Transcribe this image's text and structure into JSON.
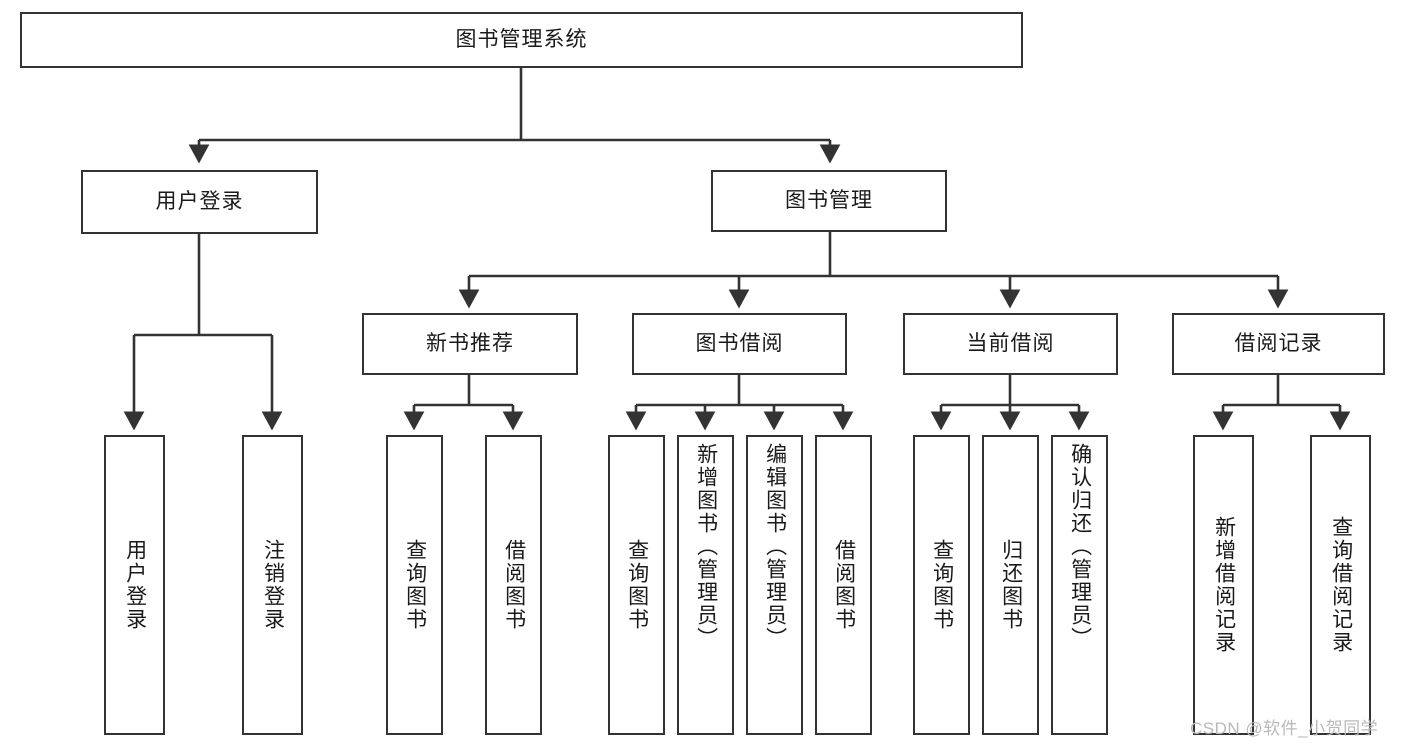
{
  "diagram": {
    "title": "图书管理系统",
    "style": {
      "box_border": "#333333",
      "box_fill": "#ffffff",
      "line": "#333333",
      "text": "#1a1a1a"
    },
    "root": {
      "label": "图书管理系统"
    },
    "level2": [
      {
        "label": "用户登录"
      },
      {
        "label": "图书管理"
      }
    ],
    "level3": [
      {
        "label": "新书推荐"
      },
      {
        "label": "图书借阅"
      },
      {
        "label": "当前借阅"
      },
      {
        "label": "借阅记录"
      }
    ],
    "leaves": {
      "user_login": [
        {
          "label": "用户登录"
        },
        {
          "label": "注销登录"
        }
      ],
      "new_book_recommend": [
        {
          "label": "查询图书"
        },
        {
          "label": "借阅图书"
        }
      ],
      "book_borrow": [
        {
          "label": "查询图书"
        },
        {
          "label": "新增图书（管理员）"
        },
        {
          "label": "编辑图书（管理员）"
        },
        {
          "label": "借阅图书"
        }
      ],
      "current_borrow": [
        {
          "label": "查询图书"
        },
        {
          "label": "归还图书"
        },
        {
          "label": "确认归还（管理员）"
        }
      ],
      "borrow_record": [
        {
          "label": "新增借阅记录"
        },
        {
          "label": "查询借阅记录"
        }
      ]
    }
  },
  "watermark": {
    "text": "CSDN @软件_小贺同学"
  }
}
